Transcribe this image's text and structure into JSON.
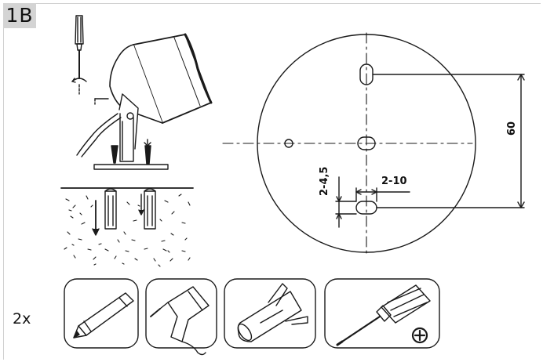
{
  "step": {
    "label": "1B"
  },
  "dimensions": {
    "hole_spacing": "60",
    "slot_length": "2-10",
    "slot_width": "2-4,5"
  },
  "tools": {
    "quantity": "2x",
    "items": [
      {
        "icon": "pencil-icon"
      },
      {
        "icon": "drill-icon"
      },
      {
        "icon": "wall-plug-icon"
      },
      {
        "icon": "phillips-screwdriver-icon"
      }
    ],
    "screw_type_symbol": "phillips-plus-icon"
  },
  "colors": {
    "line": "#1a1a1a",
    "badge_bg": "#d4d4d4"
  }
}
